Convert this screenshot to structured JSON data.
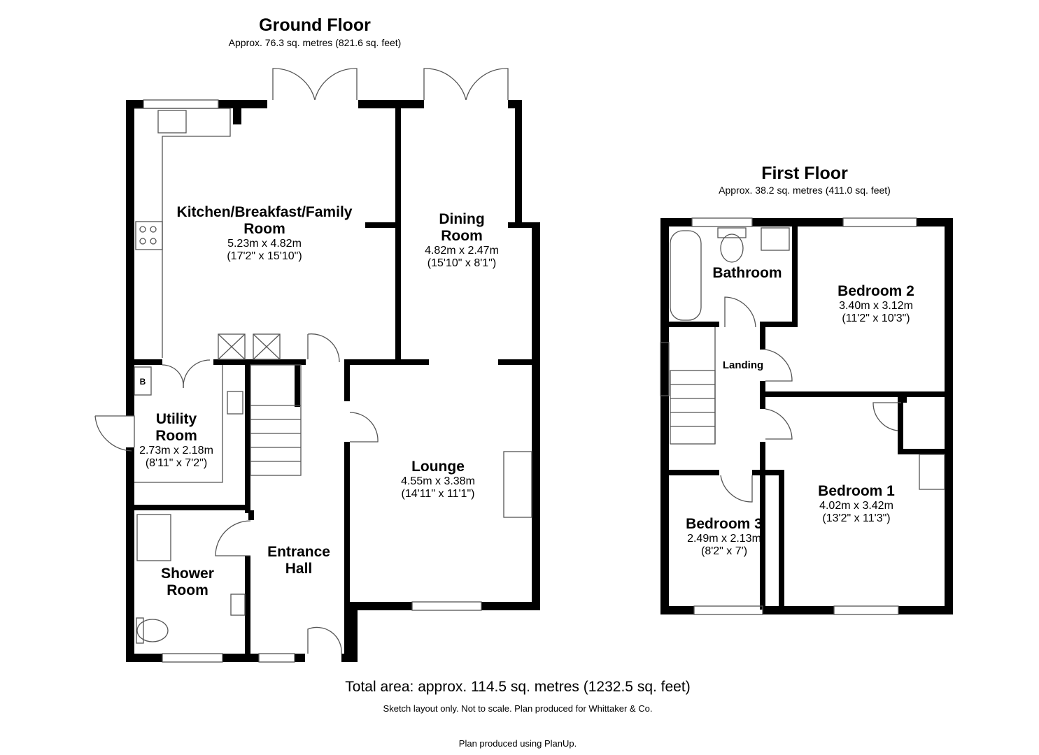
{
  "ground_floor": {
    "title": "Ground Floor",
    "area": "Approx. 76.3 sq. metres (821.6 sq. feet)",
    "rooms": {
      "kitchen": {
        "name": "Kitchen/Breakfast/Family",
        "name2": "Room",
        "metric": "5.23m x 4.82m",
        "imperial": "(17'2\" x 15'10\")"
      },
      "dining": {
        "name": "Dining",
        "name2": "Room",
        "metric": "4.82m x 2.47m",
        "imperial": "(15'10\" x 8'1\")"
      },
      "utility": {
        "name": "Utility",
        "name2": "Room",
        "metric": "2.73m x 2.18m",
        "imperial": "(8'11\" x 7'2\")"
      },
      "lounge": {
        "name": "Lounge",
        "metric": "4.55m x 3.38m",
        "imperial": "(14'11\" x 11'1\")"
      },
      "entrance": {
        "name": "Entrance",
        "name2": "Hall"
      },
      "shower": {
        "name": "Shower",
        "name2": "Room"
      },
      "boiler_label": "B"
    }
  },
  "first_floor": {
    "title": "First Floor",
    "area": "Approx. 38.2 sq. metres (411.0 sq. feet)",
    "rooms": {
      "bathroom": {
        "name": "Bathroom"
      },
      "bedroom2": {
        "name": "Bedroom 2",
        "metric": "3.40m x 3.12m",
        "imperial": "(11'2\" x 10'3\")"
      },
      "landing": {
        "name": "Landing"
      },
      "bedroom1": {
        "name": "Bedroom 1",
        "metric": "4.02m x 3.42m",
        "imperial": "(13'2\" x 11'3\")"
      },
      "bedroom3": {
        "name": "Bedroom 3",
        "metric": "2.49m x 2.13m",
        "imperial": "(8'2\" x 7')"
      }
    }
  },
  "total_area": "Total area: approx. 114.5 sq. metres (1232.5 sq. feet)",
  "disclaimer": "Sketch layout only. Not to scale. Plan produced for Whittaker & Co.",
  "credit": "Plan produced using PlanUp.",
  "colors": {
    "wall": "#000000",
    "fixture": "#555555",
    "background": "#ffffff"
  }
}
